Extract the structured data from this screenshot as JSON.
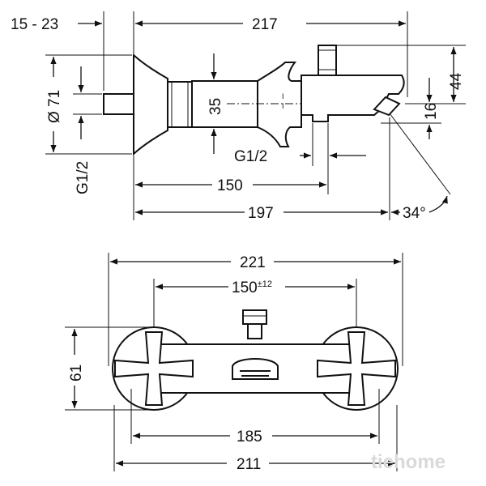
{
  "side_view": {
    "dims": {
      "wall_depth": "15 - 23",
      "overall_length": "217",
      "rosette_diameter": "Ø 71",
      "thread_wall": "G1/2",
      "body_diameter": "35",
      "thread_outlet": "G1/2",
      "length_to_outlet": "150",
      "length_to_spout": "197",
      "spout_angle": "34°",
      "height_diverter": "44",
      "height_spout": "16"
    }
  },
  "front_view": {
    "dims": {
      "overall_width": "221",
      "center_distance": "150",
      "center_tolerance": "±12",
      "height": "61",
      "body_width": "185",
      "base_width": "211"
    }
  },
  "watermark": "tiehome"
}
